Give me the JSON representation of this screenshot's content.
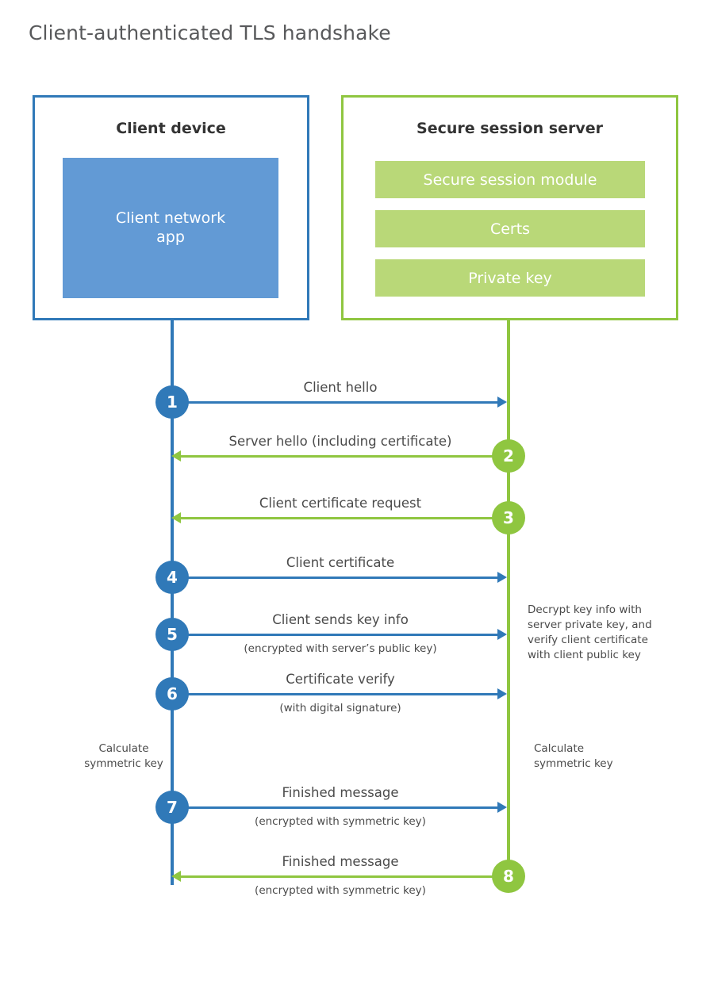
{
  "title": "Client-authenticated TLS handshake",
  "colors": {
    "blue": "#3079b8",
    "green": "#8fc640",
    "light_blue": "#629ad5",
    "light_green": "#b9d878",
    "text": "#4a4a4a",
    "title_text": "#58595b"
  },
  "client": {
    "title": "Client device",
    "app_label": "Client network\napp",
    "app_label_line1": "Client network",
    "app_label_line2": "app"
  },
  "server": {
    "title": "Secure session server",
    "components": [
      "Secure session module",
      "Certs",
      "Private key"
    ]
  },
  "messages": [
    {
      "step": "1",
      "label": "Client hello",
      "sublabel": "",
      "direction": "client-to-server",
      "color": "blue"
    },
    {
      "step": "2",
      "label": "Server hello (including certificate)",
      "sublabel": "",
      "direction": "server-to-client",
      "color": "green"
    },
    {
      "step": "3",
      "label": "Client certificate request",
      "sublabel": "",
      "direction": "server-to-client",
      "color": "green"
    },
    {
      "step": "4",
      "label": "Client certificate",
      "sublabel": "",
      "direction": "client-to-server",
      "color": "blue"
    },
    {
      "step": "5",
      "label": "Client sends key info",
      "sublabel": "(encrypted with server’s public key)",
      "direction": "client-to-server",
      "color": "blue"
    },
    {
      "step": "6",
      "label": "Certificate verify",
      "sublabel": "(with digital signature)",
      "direction": "client-to-server",
      "color": "blue"
    },
    {
      "step": "7",
      "label": "Finished message",
      "sublabel": "(encrypted with symmetric key)",
      "direction": "client-to-server",
      "color": "blue"
    },
    {
      "step": "8",
      "label": "Finished message",
      "sublabel": "(encrypted with symmetric key)",
      "direction": "server-to-client",
      "color": "green"
    }
  ],
  "notes": {
    "decrypt": "Decrypt key info with server private key, and verify client certificate with client public key",
    "calculate_symmetric_key_client": "Calculate symmetric key",
    "calculate_symmetric_key_server": "Calculate symmetric key"
  }
}
